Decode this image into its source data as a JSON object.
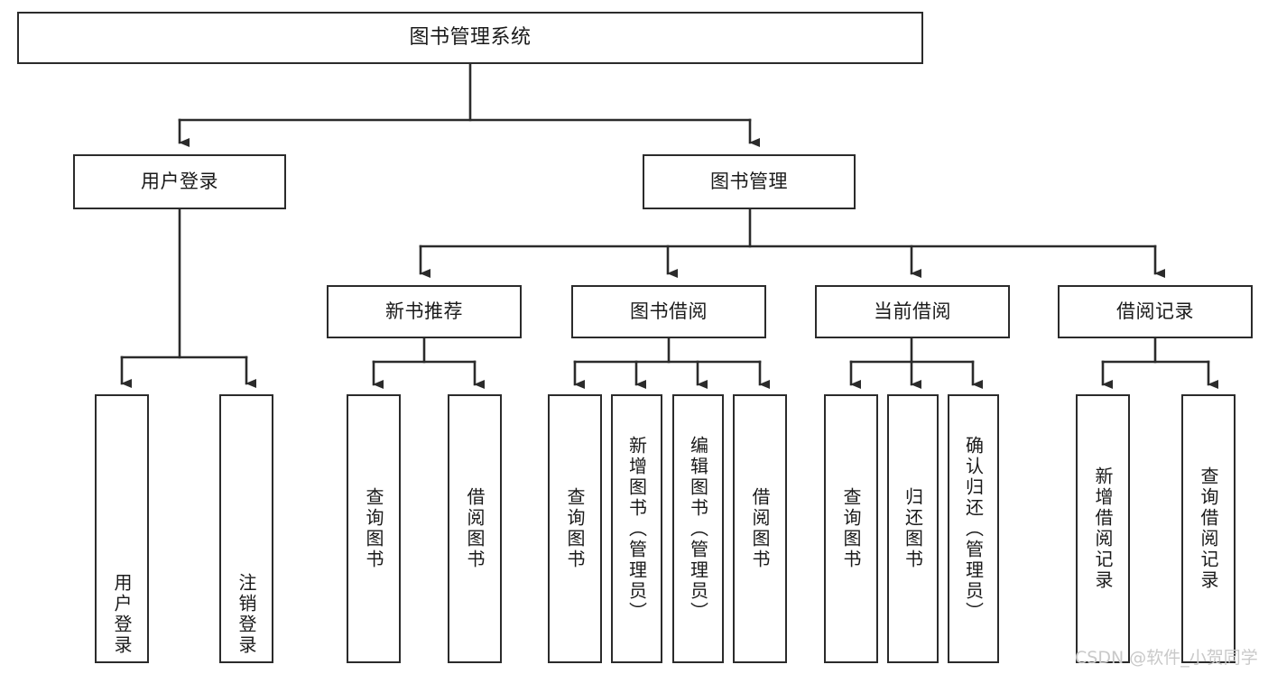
{
  "diagram": {
    "title": "图书管理系统",
    "type": "hierarchy-tree",
    "colors": {
      "box_border": "#2b2b2b",
      "box_fill": "#ffffff",
      "edge": "#2b2b2b",
      "background": "#ffffff",
      "watermark": "#c9c9c9"
    },
    "root": {
      "label": "图书管理系统"
    },
    "level2": [
      {
        "label": "用户登录"
      },
      {
        "label": "图书管理"
      }
    ],
    "level3": [
      {
        "label": "新书推荐"
      },
      {
        "label": "图书借阅"
      },
      {
        "label": "当前借阅"
      },
      {
        "label": "借阅记录"
      }
    ],
    "leaves": {
      "user_login": [
        {
          "label": "用户登录"
        },
        {
          "label": "注销登录"
        }
      ],
      "new_book_recommend": [
        {
          "label": "查询图书"
        },
        {
          "label": "借阅图书"
        }
      ],
      "book_borrow": [
        {
          "label": "查询图书"
        },
        {
          "label": "新增图书（管理员）"
        },
        {
          "label": "编辑图书（管理员）"
        },
        {
          "label": "借阅图书"
        }
      ],
      "current_borrow": [
        {
          "label": "查询图书"
        },
        {
          "label": "归还图书"
        },
        {
          "label": "确认归还（管理员）"
        }
      ],
      "borrow_record": [
        {
          "label": "新增借阅记录"
        },
        {
          "label": "查询借阅记录"
        }
      ]
    }
  },
  "watermark": {
    "text": "CSDN @软件_小贺同学"
  }
}
